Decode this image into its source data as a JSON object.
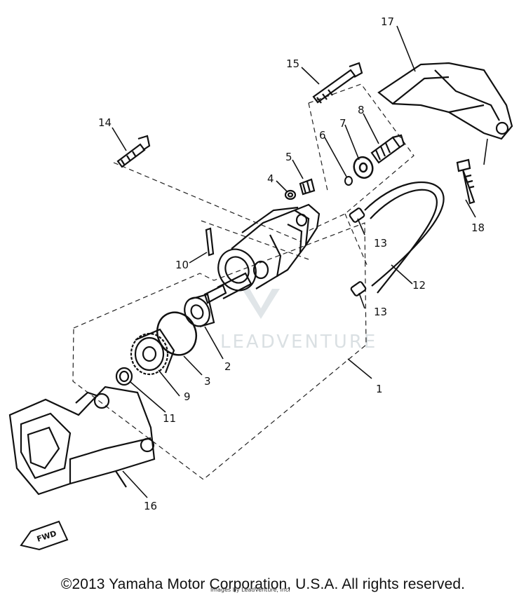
{
  "watermark": "LEADVENTURE",
  "fwd_label": "FWD",
  "copyright": "©2013 Yamaha Motor Corporation, U.S.A. All rights reserved.",
  "credit": "Images by LeadVenture, Inc.",
  "parts": [
    {
      "id": "part-1",
      "number": "1"
    },
    {
      "id": "part-2",
      "number": "2"
    },
    {
      "id": "part-3",
      "number": "3"
    },
    {
      "id": "part-4",
      "number": "4"
    },
    {
      "id": "part-5",
      "number": "5"
    },
    {
      "id": "part-6",
      "number": "6"
    },
    {
      "id": "part-7",
      "number": "7"
    },
    {
      "id": "part-8",
      "number": "8"
    },
    {
      "id": "part-9",
      "number": "9"
    },
    {
      "id": "part-10",
      "number": "10"
    },
    {
      "id": "part-11",
      "number": "11"
    },
    {
      "id": "part-12",
      "number": "12"
    },
    {
      "id": "part-13a",
      "number": "13"
    },
    {
      "id": "part-13b",
      "number": "13"
    },
    {
      "id": "part-14",
      "number": "14"
    },
    {
      "id": "part-15",
      "number": "15"
    },
    {
      "id": "part-16",
      "number": "16"
    },
    {
      "id": "part-17",
      "number": "17"
    },
    {
      "id": "part-18",
      "number": "18"
    }
  ]
}
